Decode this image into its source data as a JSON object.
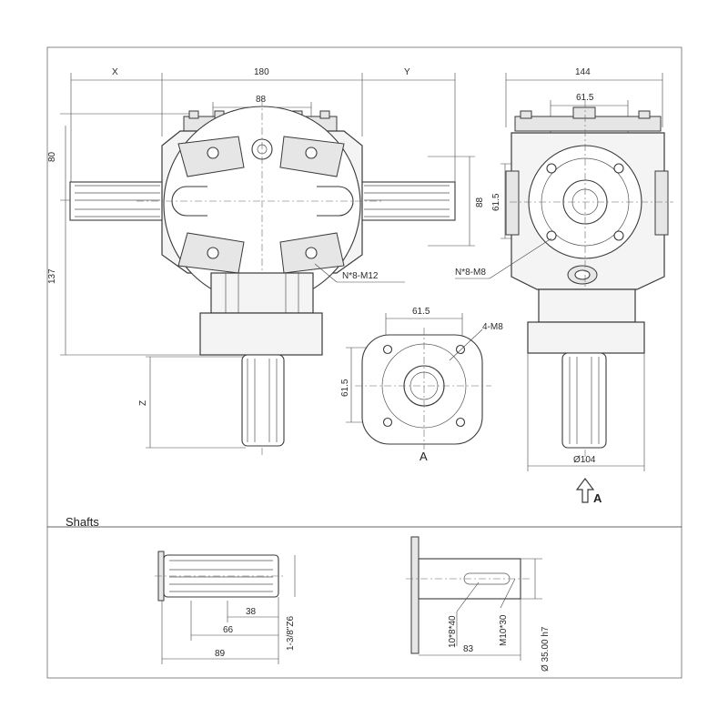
{
  "drawing": {
    "section_label": "Shafts",
    "view_label": "A",
    "arrow_label": "A"
  },
  "front_view": {
    "dim_x": "X",
    "dim_180": "180",
    "dim_y": "Y",
    "dim_88_top": "88",
    "dim_80": "80",
    "dim_137": "137",
    "dim_88_right": "88",
    "dim_z": "Z",
    "callout_holes": "N*8-M12"
  },
  "side_view": {
    "dim_144": "144",
    "dim_61_5_top": "61.5",
    "dim_61_5_left": "61.5",
    "callout_holes": "N*8-M8",
    "dim_dia104": "Ø104"
  },
  "flange_view": {
    "dim_61_5_top": "61.5",
    "dim_61_5_left": "61.5",
    "callout_holes": "4-M8"
  },
  "spline_shaft": {
    "dim_38": "38",
    "dim_66": "66",
    "dim_89": "89",
    "dim_spline": "1-3/8\"Z6"
  },
  "keyed_shaft": {
    "dim_key": "10*8*40",
    "dim_83": "83",
    "dim_thread": "M10*30",
    "dim_dia": "Ø 35.00 h7"
  }
}
